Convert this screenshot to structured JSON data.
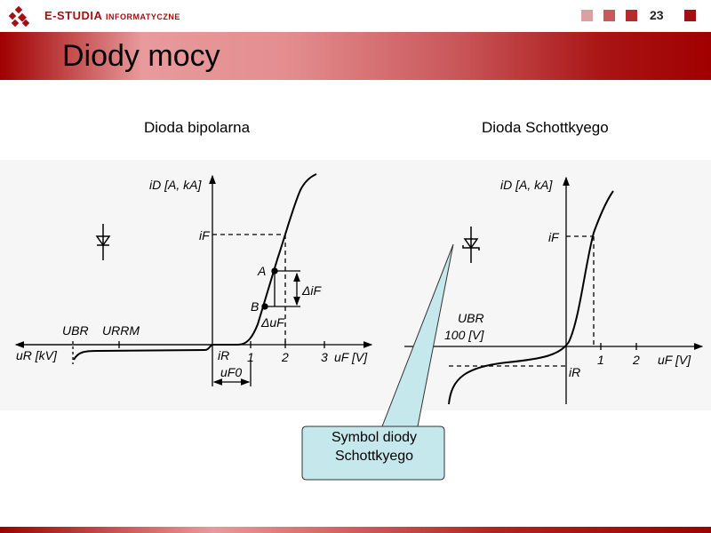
{
  "header": {
    "brand_main": "E-STUDIA",
    "brand_sub": "INFORMATYCZNE",
    "page_number": "23",
    "title": "Diody mocy"
  },
  "left": {
    "heading": "Dioda bipolarna",
    "y_label": "iD [A, kA]",
    "x_pos_label": "uF [V]",
    "x_neg_label": "uR [kV]",
    "iF": "iF",
    "A": "A",
    "B": "B",
    "delta_iF": "ΔiF",
    "delta_uF": "ΔuF",
    "UBR": "UBR",
    "URRM": "URRM",
    "iR": "iR",
    "uF0": "uF0",
    "ticks": [
      "1",
      "2",
      "3"
    ]
  },
  "right": {
    "heading": "Dioda Schottkyego",
    "y_label": "iD [A, kA]",
    "x_pos_label": "uF [V]",
    "iF": "iF",
    "UBR": "UBR",
    "UBR_value": "100 [V]",
    "iR": "iR",
    "ticks": [
      "1",
      "2"
    ]
  },
  "callout": {
    "line1": "Symbol diody",
    "line2": "Schottkyego"
  },
  "colors": {
    "accent": "#a30f12",
    "callout_fill": "#c5e8ec"
  }
}
